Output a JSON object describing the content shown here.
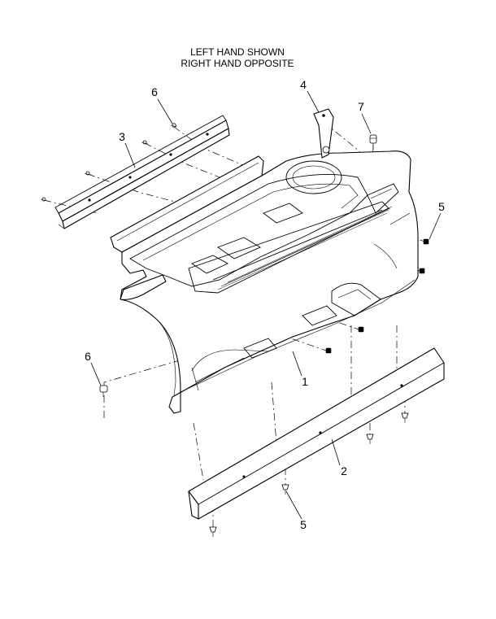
{
  "header": {
    "line1": "LEFT HAND SHOWN",
    "line2": "RIGHT HAND OPPOSITE"
  },
  "callouts": {
    "part_1": "1",
    "part_2": "2",
    "part_3": "3",
    "part_4": "4",
    "part_5_right": "5",
    "part_5_bottom": "5",
    "part_6_top": "6",
    "part_6_left": "6",
    "part_7": "7"
  }
}
